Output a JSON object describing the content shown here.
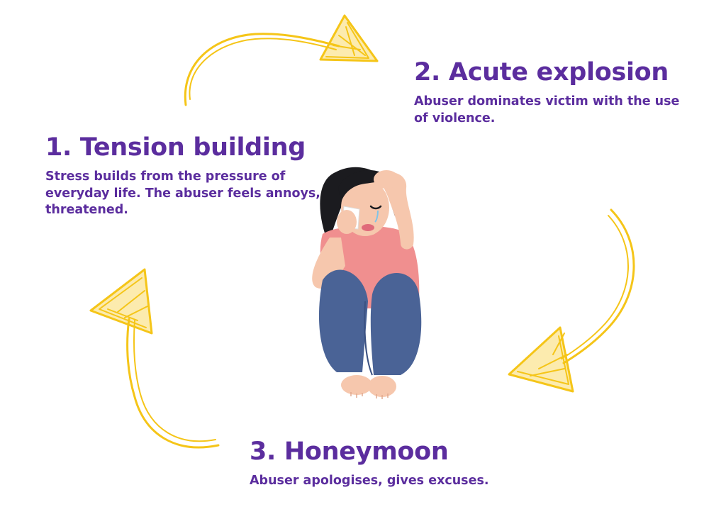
{
  "steps": [
    {
      "title": "1. Tension building",
      "description": "Stress builds from the pressure of everyday life. The abuser feels annoys, threatened."
    },
    {
      "title": "2. Acute explosion",
      "description": "Abuser dominates victim with the use of violence."
    },
    {
      "title": "3. Honeymoon",
      "description": "Abuser apologises, gives excuses."
    }
  ],
  "colors": {
    "heading": "#5b2d9e",
    "arrow": "#f5c518",
    "shirt": "#f08f8f",
    "jeans": "#4a6396",
    "skin": "#f6c7ad",
    "hair": "#1b1b1f"
  },
  "illustration": "crying-woman-sitting"
}
